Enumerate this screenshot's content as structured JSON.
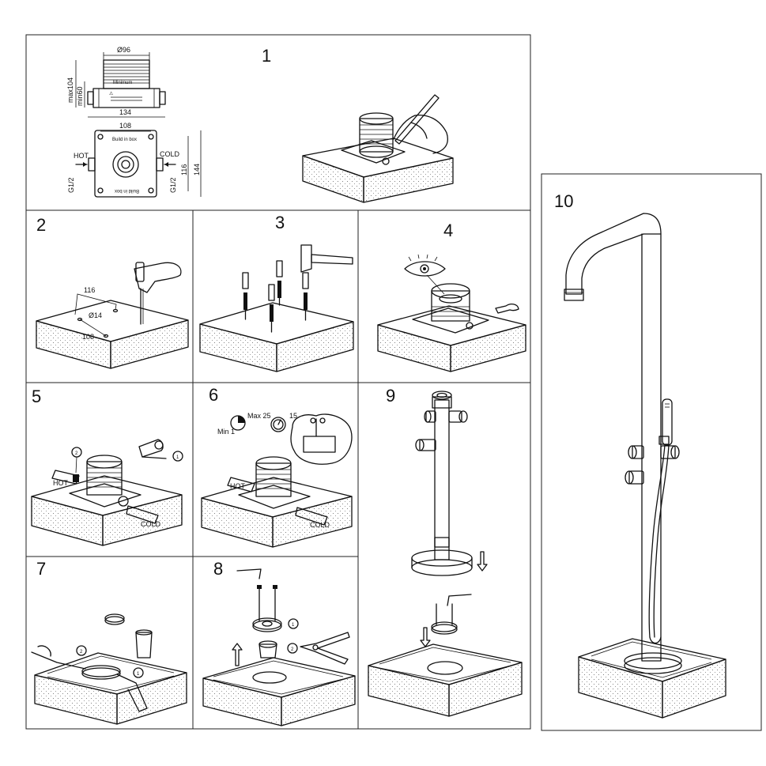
{
  "panels": [
    {
      "id": "1",
      "label": "1"
    },
    {
      "id": "2",
      "label": "2"
    },
    {
      "id": "3",
      "label": "3"
    },
    {
      "id": "4",
      "label": "4"
    },
    {
      "id": "5",
      "label": "5"
    },
    {
      "id": "6",
      "label": "6"
    },
    {
      "id": "7",
      "label": "7"
    },
    {
      "id": "8",
      "label": "8"
    },
    {
      "id": "9",
      "label": "9"
    },
    {
      "id": "10",
      "label": "10"
    }
  ],
  "dimensions": {
    "diameter_96": "Ø96",
    "max104": "max104",
    "min60": "min60",
    "minimum": "Minimum",
    "w134": "134",
    "w108": "108",
    "h116": "116",
    "h144": "144",
    "hot": "HOT",
    "cold": "COLD",
    "g12_left": "G1/2",
    "g12_right": "G1/2",
    "build_in_box_top": "Build in box",
    "build_in_box_bottom": "Build in box",
    "step2_116": "116",
    "step2_d14": "Ø14",
    "step2_108": "108"
  },
  "step5": {
    "hot": "HOT",
    "cold": "COLD",
    "callout1": "1",
    "callout2": "2"
  },
  "step6": {
    "max": "Max 25",
    "min": "Min 1",
    "gauge": "15",
    "hot": "HOT",
    "cold": "COLD"
  },
  "step7": {
    "callout1": "1",
    "callout2": "2"
  },
  "step8": {
    "callout1": "1",
    "callout2": "2"
  }
}
